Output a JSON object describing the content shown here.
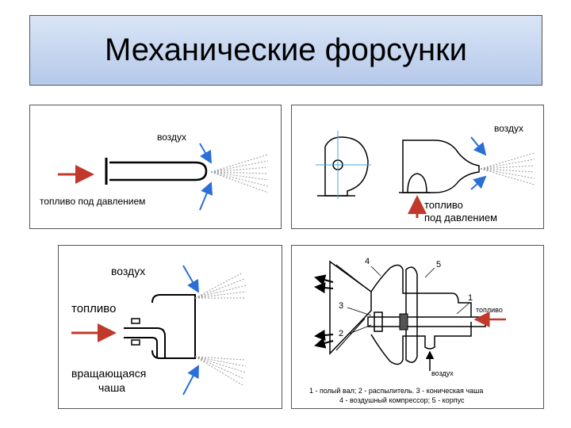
{
  "title": "Механические форсунки",
  "panel1": {
    "air": "воздух",
    "fuel": "топливо под давлением"
  },
  "panel2": {
    "air": "воздух",
    "fuel_line1": "топливо",
    "fuel_line2": "под давлением"
  },
  "panel3": {
    "air": "воздух",
    "fuel": "топливо",
    "cup_line1": "вращающаяся",
    "cup_line2": "чаша"
  },
  "panel4": {
    "n1": "1",
    "n2": "2",
    "n3": "3",
    "n4": "4",
    "n5": "5",
    "fuel": "топливо",
    "air": "воздух",
    "legend_line1": "1 - полый вал; 2 - распылитель. 3 - коническая чаша",
    "legend_line2": "4 - воздушный компрессор; 5 - корпус"
  },
  "colors": {
    "arrow_fuel": "#c0392b",
    "arrow_air": "#2a6fd6",
    "line": "#000000",
    "guide": "#3fa9e0",
    "title_bg_top": "#d9e5f6",
    "title_bg_bottom": "#b6c9ea"
  }
}
